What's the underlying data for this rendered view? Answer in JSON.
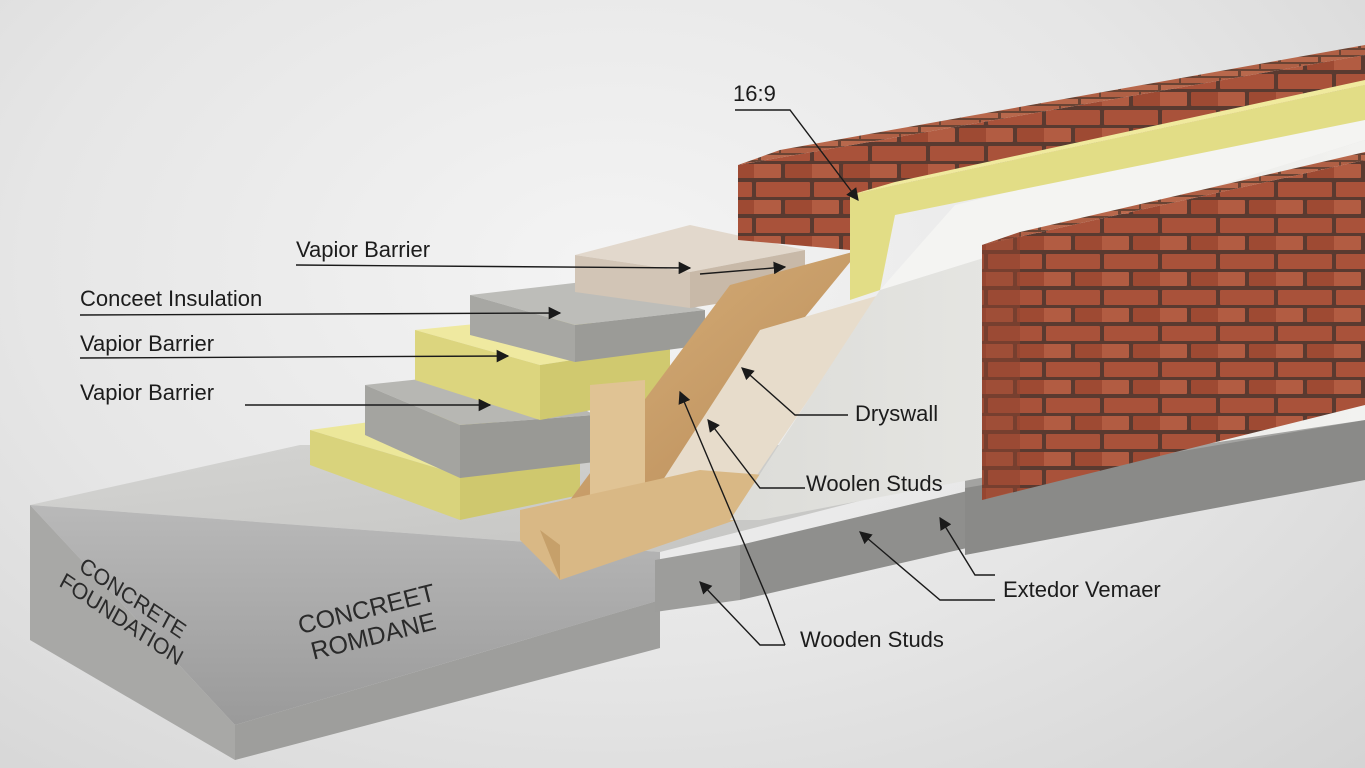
{
  "diagram": {
    "aspect_label": "16:9",
    "labels": {
      "vapor_barrier_top": "Vapior Barrier",
      "concrete_insulation": "Conceet Insulation",
      "vapor_barrier_mid": "Vapior Barrier",
      "vapor_barrier_low": "Vapior Barrier",
      "dryswall": "Dryswall",
      "wooden_studs_upper": "Woolen Studs",
      "exterior_veneer": "Extedor Vemaer",
      "wooden_studs_lower": "Wooden Studs"
    },
    "engraved": {
      "foundation": "CONCRETE\nFOUNDATION",
      "romdane": "CONCREET\nROMDANE"
    },
    "colors": {
      "brick": "#a9523a",
      "mortar": "#5a3a30",
      "insulation": "#e2dd86",
      "concrete": "#a9a9a9",
      "wood": "#c9a070",
      "drywall": "#e9e9e6",
      "leader": "#1a1a1a"
    }
  }
}
